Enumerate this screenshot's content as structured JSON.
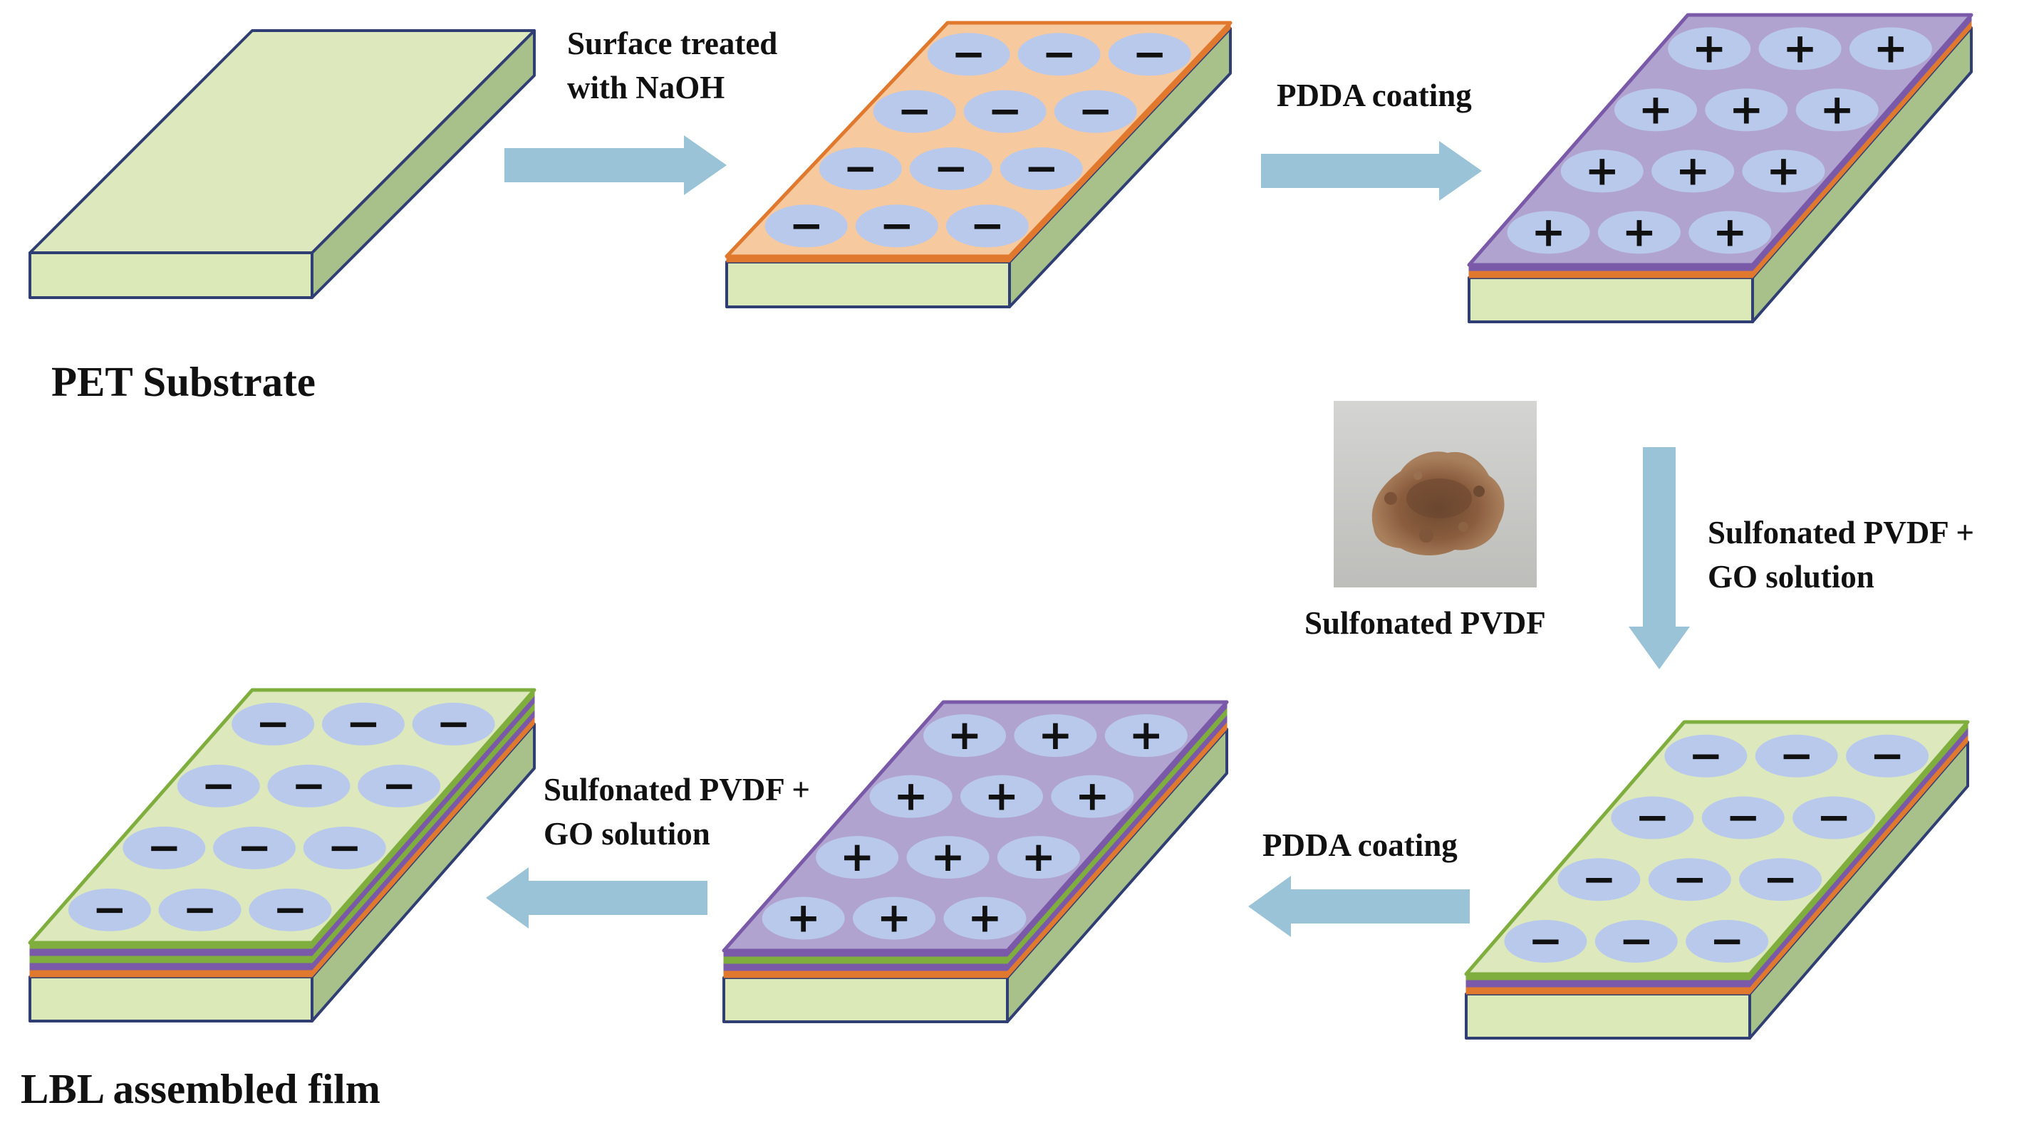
{
  "colors": {
    "background": "#ffffff",
    "substrate_top": "#dde9bd",
    "substrate_side": "#a8c08a",
    "substrate_front": "#dbe8b7",
    "outline": "#2f3e73",
    "naoh_layer": "#f7c99e",
    "naoh_edge": "#e0782e",
    "pdda_layer": "#b0a3cf",
    "pdda_edge": "#7a5aa8",
    "pvdf_layer": "#dde9bd",
    "pvdf_edge": "#7fae3e",
    "charge_ellipse": "#b9c9ec",
    "arrow": "#9ac3d8"
  },
  "labels": {
    "pet_substrate": "PET Substrate",
    "step1": [
      "Surface treated",
      "with NaOH"
    ],
    "step2": "PDDA coating",
    "step3": [
      "Sulfonated PVDF +",
      "GO solution"
    ],
    "powder_caption": "Sulfonated PVDF",
    "step4": "PDDA coating",
    "step5": [
      "Sulfonated PVDF +",
      "GO solution"
    ],
    "lbl_film": "LBL assembled film"
  },
  "slabs": [
    {
      "id": "pet-substrate",
      "surface": "pet",
      "charge": "none",
      "layers": []
    },
    {
      "id": "naoh-treated",
      "surface": "naoh",
      "charge": "negative",
      "layers": [
        "naoh"
      ]
    },
    {
      "id": "pdda-coated",
      "surface": "pdda",
      "charge": "positive",
      "layers": [
        "naoh",
        "pdda"
      ]
    },
    {
      "id": "pvdf-go-coated",
      "surface": "pvdf",
      "charge": "negative",
      "layers": [
        "naoh",
        "pdda",
        "pvdf"
      ]
    },
    {
      "id": "pdda-second",
      "surface": "pdda",
      "charge": "positive",
      "layers": [
        "naoh",
        "pdda",
        "pvdf",
        "pdda"
      ]
    },
    {
      "id": "lbl-film",
      "surface": "pvdf",
      "charge": "negative",
      "layers": [
        "naoh",
        "pdda",
        "pvdf",
        "pdda",
        "pvdf"
      ]
    }
  ],
  "charge_signs": {
    "negative": "−",
    "positive": "+"
  },
  "powder_photo": {
    "description_icon": "powder-photo"
  }
}
